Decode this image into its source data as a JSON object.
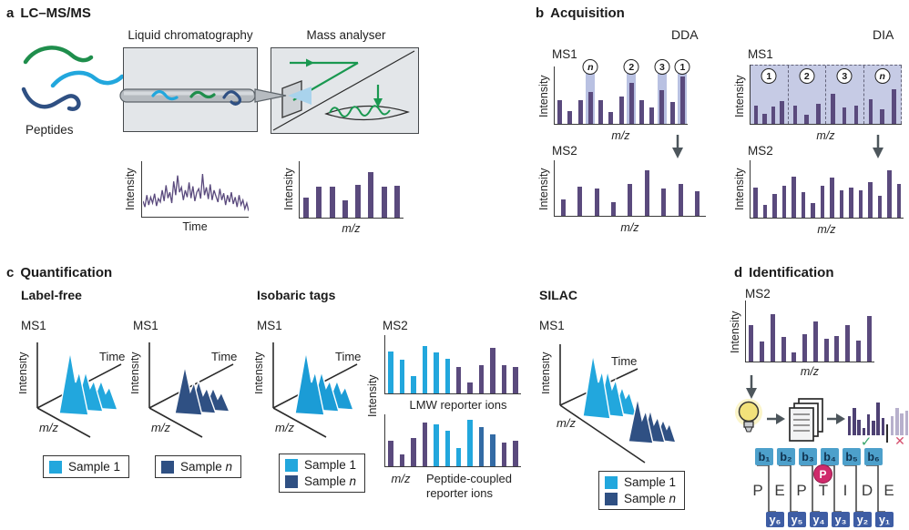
{
  "colors": {
    "purple": "#5a4a7d",
    "purple_dark": "#4e4173",
    "purple_faded": "#b7b0cc",
    "cyan": "#22a7dd",
    "dark_blue": "#2f5083",
    "steel_blue": "#336ba5",
    "green": "#1a9850",
    "check_green": "#3aa76d",
    "cross_red": "#d5506e",
    "highlight_band": "#b9c1e2",
    "dia_fill": "#c6cbe5",
    "box_fill": "#e3e6e9",
    "pink": "#cf2a6b",
    "b_box": "#4da0cb",
    "y_box": "#3e5da4",
    "arrow_gray": "#4d565c",
    "bulb_yellow": "#f2e27a"
  },
  "labels": {
    "ms1": "MS1",
    "ms2": "MS2",
    "intensity": "Intensity",
    "mz": "m/z",
    "time": "Time",
    "sample": "Sample",
    "one": "1",
    "n": "n"
  },
  "panel_a": {
    "tag": "a",
    "title": "LC–MS/MS",
    "lc_label": "Liquid chromatography",
    "mass_analyser_label": "Mass analyser",
    "peptides_label": "Peptides"
  },
  "panel_b": {
    "tag": "b",
    "title": "Acquisition",
    "dda": "DDA",
    "dia": "DIA"
  },
  "panel_c": {
    "tag": "c",
    "title": "Quantification",
    "label_free": "Label-free",
    "isobaric": "Isobaric tags",
    "silac": "SILAC"
  },
  "panel_d": {
    "tag": "d",
    "title": "Identification",
    "check": "✓",
    "cross": "✕",
    "phospho": "P"
  },
  "peptide": {
    "letters": [
      "P",
      "E",
      "P",
      "T",
      "I",
      "D",
      "E"
    ],
    "b_ions": [
      "b₁",
      "b₂",
      "b₃",
      "b₄",
      "b₅",
      "b₆"
    ],
    "y_ions": [
      "y₆",
      "y₅",
      "y₄",
      "y₃",
      "y₂",
      "y₁"
    ]
  },
  "chart_data": {
    "tic": {
      "type": "line",
      "xlabel": "Time",
      "ylabel": "Intensity",
      "color": "purple",
      "values": [
        0.3,
        0.18,
        0.42,
        0.22,
        0.38,
        0.26,
        0.45,
        0.2,
        0.35,
        0.28,
        0.52,
        0.3,
        0.62,
        0.36,
        0.48,
        0.26,
        0.7,
        0.42,
        0.82,
        0.48,
        0.58,
        0.32,
        0.52,
        0.38,
        0.68,
        0.36,
        0.6,
        0.3,
        0.48,
        0.55,
        0.35,
        0.85,
        0.42,
        0.58,
        0.34,
        0.64,
        0.32,
        0.52,
        0.4,
        0.28,
        0.55,
        0.32,
        0.46,
        0.22,
        0.42,
        0.28,
        0.48,
        0.24,
        0.38,
        0.18,
        0.42,
        0.22,
        0.32,
        0.14,
        0.26,
        0.1
      ]
    },
    "a_spectrum": {
      "type": "bar",
      "xlabel": "m/z",
      "ylabel": "Intensity",
      "color": "purple",
      "barw": 6,
      "bars": [
        0.35,
        0.55,
        0.55,
        0.3,
        0.58,
        0.8,
        0.55,
        0.57
      ]
    },
    "dda_ms1": {
      "type": "bar",
      "title": "MS1",
      "xlabel": "m/z",
      "ylabel": "Intensity",
      "color": "purple",
      "barw": 5,
      "bars": [
        {
          "h": 0.42
        },
        {
          "h": 0.22
        },
        {
          "h": 0.42
        },
        {
          "h": 0.55,
          "tag": "n",
          "band": true
        },
        {
          "h": 0.42
        },
        {
          "h": 0.2
        },
        {
          "h": 0.48
        },
        {
          "h": 0.72,
          "tag": "2",
          "band": true
        },
        {
          "h": 0.42
        },
        {
          "h": 0.28
        },
        {
          "h": 0.58,
          "tag": "3",
          "band": true
        },
        {
          "h": 0.38
        },
        {
          "h": 0.82,
          "tag": "1",
          "band": true
        }
      ]
    },
    "dda_ms2": {
      "type": "bar",
      "title": "MS2",
      "xlabel": "m/z",
      "ylabel": "Intensity",
      "color": "purple",
      "barw": 5,
      "bars": [
        0.3,
        0.52,
        0.5,
        0.25,
        0.57,
        0.82,
        0.5,
        0.57,
        0.45
      ]
    },
    "dia_ms1": {
      "type": "bar",
      "title": "MS1",
      "xlabel": "m/z",
      "ylabel": "Intensity",
      "color": "purple",
      "barw": 4.5,
      "windows": [
        {
          "label": "1",
          "bars": [
            0.42,
            0.22,
            0.4,
            0.52
          ]
        },
        {
          "label": "2",
          "bars": [
            0.42,
            0.2,
            0.45
          ]
        },
        {
          "label": "3",
          "bars": [
            0.68,
            0.38,
            0.42
          ]
        },
        {
          "label": "n",
          "bars": [
            0.57,
            0.33,
            0.8
          ]
        }
      ]
    },
    "dia_ms2": {
      "type": "bar",
      "title": "MS2",
      "xlabel": "m/z",
      "ylabel": "Intensity",
      "color": "purple",
      "barw": 4.5,
      "bars": [
        0.52,
        0.22,
        0.42,
        0.55,
        0.72,
        0.45,
        0.25,
        0.55,
        0.7,
        0.48,
        0.52,
        0.48,
        0.62,
        0.38,
        0.82,
        0.58
      ]
    },
    "lf_sample1_3d": {
      "type": "area",
      "title": "MS1",
      "xlabel": "m/z",
      "ylabel": "Intensity",
      "zlabel": "Time",
      "series": [
        {
          "name": "Sample 1",
          "color": "cyan"
        }
      ]
    },
    "lf_samplen_3d": {
      "type": "area",
      "title": "MS1",
      "xlabel": "m/z",
      "ylabel": "Intensity",
      "zlabel": "Time",
      "series": [
        {
          "name": "Sample n",
          "color": "dark_blue"
        }
      ]
    },
    "iso_ms1_3d": {
      "type": "area",
      "title": "MS1",
      "xlabel": "m/z",
      "ylabel": "Intensity",
      "zlabel": "Time",
      "series": [
        {
          "name": "Sample 1",
          "color": "cyan"
        },
        {
          "name": "Sample n",
          "color": "dark_blue"
        }
      ]
    },
    "silac_ms1_3d": {
      "type": "area",
      "title": "MS1",
      "xlabel": "m/z",
      "ylabel": "Intensity",
      "zlabel": "Time",
      "series": [
        {
          "name": "Sample 1",
          "color": "cyan"
        },
        {
          "name": "Sample n",
          "color": "dark_blue"
        }
      ]
    },
    "lmw_ms2": {
      "type": "bar",
      "title": "MS2",
      "ylabel": "Intensity",
      "annotation": "LMW reporter ions",
      "color": "purple",
      "barw": 5.5,
      "bars": [
        {
          "h": 0.72,
          "c": "cyan"
        },
        {
          "h": 0.58,
          "c": "cyan"
        },
        {
          "h": 0.3,
          "c": "cyan"
        },
        {
          "h": 0.82,
          "c": "cyan"
        },
        {
          "h": 0.7,
          "c": "cyan"
        },
        {
          "h": 0.6,
          "c": "cyan"
        },
        {
          "h": 0.45
        },
        {
          "h": 0.18
        },
        {
          "h": 0.48
        },
        {
          "h": 0.78
        },
        {
          "h": 0.48
        },
        {
          "h": 0.46
        }
      ]
    },
    "pc_ms2": {
      "type": "bar",
      "xlabel": "m/z",
      "ylabel": "Intensity",
      "annotation_line1": "Peptide-coupled",
      "annotation_line2": "reporter ions",
      "color": "purple",
      "barw": 5.5,
      "bars": [
        {
          "h": 0.5
        },
        {
          "h": 0.22
        },
        {
          "h": 0.55
        },
        {
          "h": 0.85
        },
        {
          "h": 0.8,
          "c": "cyan"
        },
        {
          "h": 0.68,
          "c": "cyan"
        },
        {
          "h": 0.35,
          "c": "cyan"
        },
        {
          "h": 0.9,
          "c": "cyan"
        },
        {
          "h": 0.75,
          "c": "steel_blue"
        },
        {
          "h": 0.62,
          "c": "steel_blue"
        },
        {
          "h": 0.45
        },
        {
          "h": 0.5
        }
      ]
    },
    "d_ms2": {
      "type": "bar",
      "title": "MS2",
      "xlabel": "m/z",
      "ylabel": "Intensity",
      "color": "purple",
      "barw": 5,
      "bars": [
        0.6,
        0.33,
        0.78,
        0.4,
        0.15,
        0.45,
        0.65,
        0.38,
        0.42,
        0.6,
        0.35,
        0.75
      ]
    },
    "match_pass": {
      "type": "bar",
      "color": "purple_dark",
      "barw": 3.5,
      "bars": [
        0.55,
        0.8,
        0.45,
        0.2,
        0.6,
        0.42,
        0.95,
        0.5
      ]
    },
    "match_fail": {
      "type": "bar",
      "color": "purple_faded",
      "barw": 3.5,
      "bars": [
        0.55,
        0.8,
        0.62,
        0.7
      ]
    }
  }
}
